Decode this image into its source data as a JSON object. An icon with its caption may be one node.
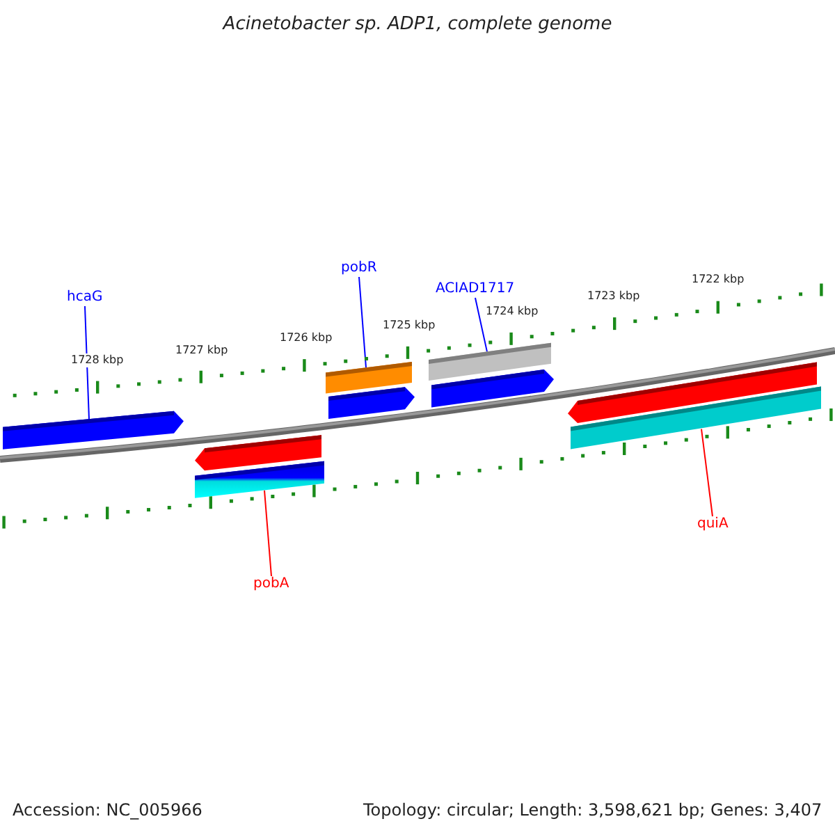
{
  "diagram": {
    "title": "Acinetobacter sp. ADP1, complete genome",
    "nodes": [
      {
        "text": [
          "hcaG"
        ]
      },
      {
        "text": [
          "pobR"
        ]
      },
      {
        "text": [
          "ACIAD1717"
        ]
      },
      {
        "text": [],
        "shape": "arrow"
      },
      {
        "text": [],
        "shape": "bar"
      },
      {
        "text": [],
        "shape": "arrow"
      },
      {
        "text": [],
        "shape": "bar"
      },
      {
        "text": [],
        "shape": "arrow"
      },
      {
        "text": [],
        "shape": "arrow"
      },
      {
        "text": [],
        "shape": "bar"
      },
      {
        "text": [],
        "shape": "arrow"
      },
      {
        "text": [],
        "shape": "bar"
      },
      {
        "text": [
          "pobA"
        ]
      },
      {
        "text": [
          "quiA"
        ]
      }
    ],
    "edges": [
      {
        "from": 0,
        "to": 3,
        "arrow": "none"
      },
      {
        "from": 1,
        "to": 4,
        "arrow": "none"
      },
      {
        "from": 2,
        "to": 6,
        "arrow": "none"
      },
      {
        "from": 12,
        "to": 9,
        "arrow": "none",
        "color": "#ff0000"
      },
      {
        "from": 13,
        "to": 11,
        "arrow": "none",
        "color": "#ff0000"
      }
    ],
    "labels": [
      "1728 kbp",
      "1727 kbp",
      "1726 kbp",
      "1725 kbp",
      "1724 kbp",
      "1723 kbp",
      "1722 kbp",
      "Accession: NC_005966",
      "Topology: circular; Length: 3,598,621 bp; Genes: 3,407"
    ]
  }
}
